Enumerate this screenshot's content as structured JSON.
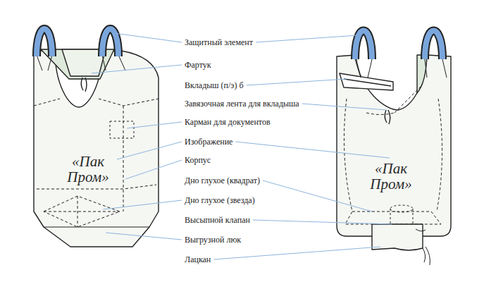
{
  "diagram": {
    "labels": [
      "Защитный элемент",
      "Фартук",
      "Вкладыш (п/э) б",
      "Завязочная лента для вкладыша",
      "Карман для документов",
      "Изображение",
      "Корпус",
      "Дно глухое (квадрат)",
      "Дно глухое (звезда)",
      "Высыпной клапан",
      "Выгрузной люк",
      "Лацкан",
      "«Пак Пром»",
      "«Пак Пром»"
    ]
  }
}
